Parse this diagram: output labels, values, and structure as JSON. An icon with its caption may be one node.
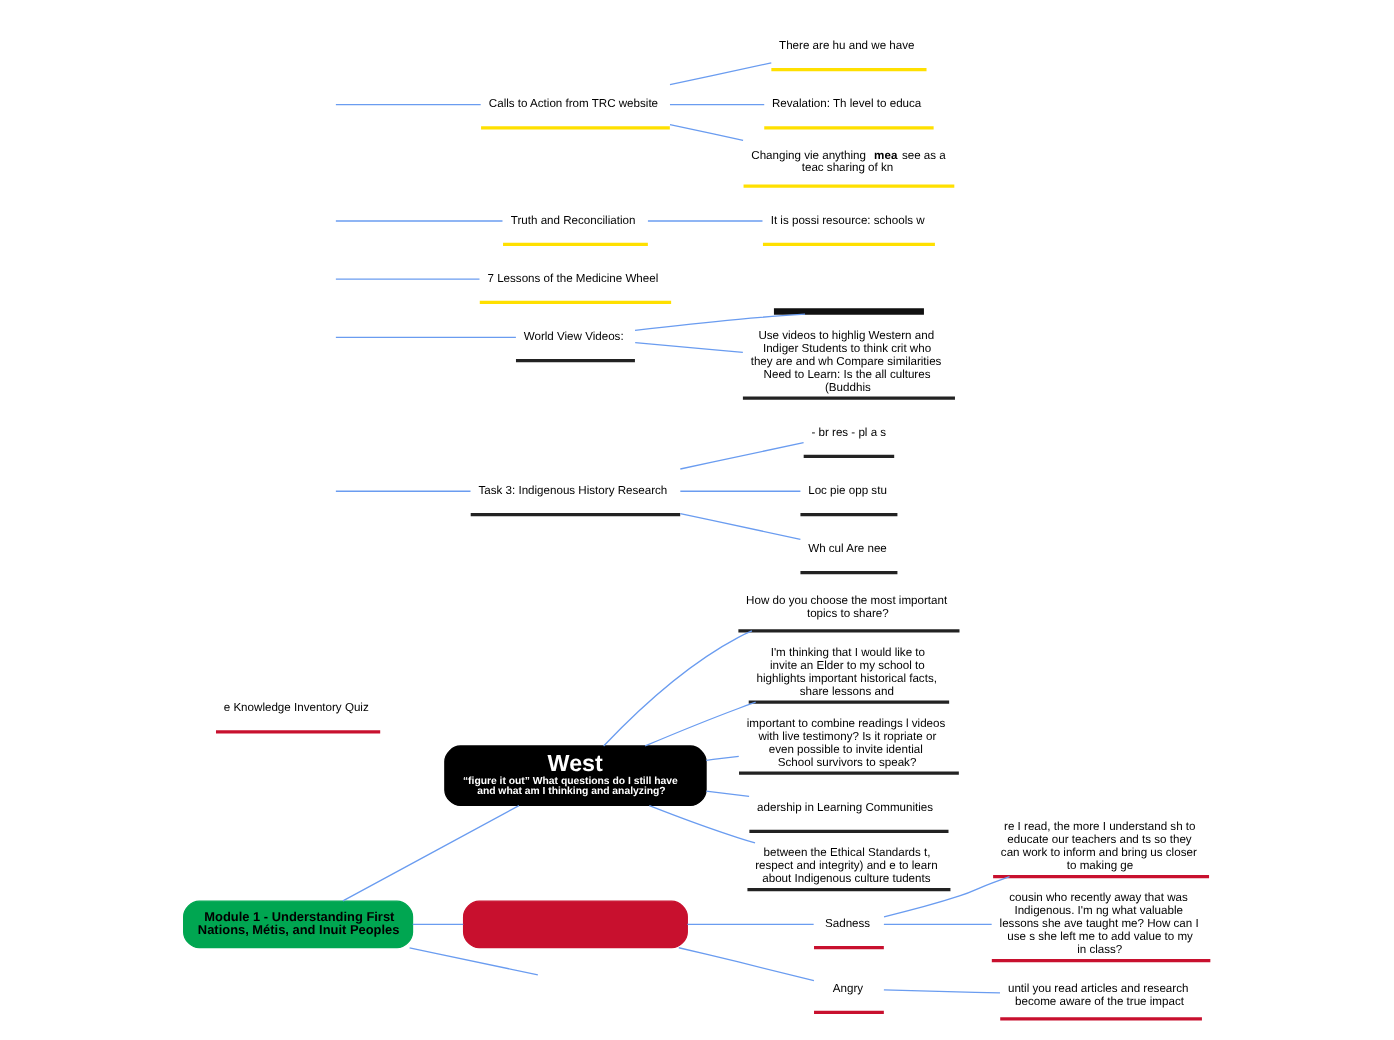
{
  "diagram": {
    "nodes": [
      {
        "text": [
          "Module 1 - Understanding First Nations, Métis, and Inuit Peoples"
        ]
      },
      {
        "text": [
          "West",
          "“figure it out” What questions do I still have and what am I thinking and analyzing?"
        ]
      },
      {
        "text": [
          "How do you choose the most important topics to share?"
        ]
      },
      {
        "text": [
          "I'm thinking that I would like to invite an Elder to my school to highlights important historical facts, share lessons and"
        ]
      },
      {
        "text": [
          "important to combine readings l videos with live testimony? Is it ropriate or even possible to invite idential School survivors to speak?"
        ]
      },
      {
        "text": [
          "adership in Learning Communities"
        ]
      },
      {
        "text": [
          "between the Ethical Standards t, respect and integrity) and e to learn about Indigenous culture tudents"
        ]
      },
      {
        "text": [],
        "shape": "box"
      },
      {
        "text": [
          "Sadness"
        ]
      },
      {
        "text": [
          "re I read, the more I understand sh to educate our teachers and ts so they can work to inform and bring us closer to making ge"
        ]
      },
      {
        "text": [
          "cousin who recently away that was Indigenous. I'm ng what valuable lessons she ave taught me? How can I use s she left me to add value to my in class?"
        ]
      },
      {
        "text": [
          "Angry"
        ]
      },
      {
        "text": [
          "until you read articles and research become aware of the true impact"
        ]
      },
      {
        "text": [
          "e Knowledge Inventory Quiz"
        ]
      },
      {
        "text": [
          "- br res - pl a s"
        ]
      },
      {
        "text": [
          "Task 3: Indigenous History Research"
        ]
      },
      {
        "text": [
          "Loc pie opp stu"
        ]
      },
      {
        "text": [
          "Wh cul Are nee"
        ]
      },
      {
        "text": [
          "World View Videos:"
        ]
      },
      {
        "text": [],
        "shape": "bar"
      },
      {
        "text": [
          "Use videos to highlig Western and Indiger Students to think crit who they are and wh Compare similarities Need to Learn: Is the all cultures (Buddhis"
        ]
      },
      {
        "text": [
          "7 Lessons of the Medicine Wheel"
        ]
      },
      {
        "text": [
          "Truth and Reconciliation"
        ]
      },
      {
        "text": [
          "It is possi resource: schools w"
        ]
      },
      {
        "text": [
          "Calls to Action from TRC website"
        ]
      },
      {
        "text": [
          "There are hu and we have"
        ]
      },
      {
        "text": [
          "Revalation: Th level to educa"
        ]
      },
      {
        "text": [
          "Changing vie anything **mea** see as a teac sharing of kn"
        ]
      }
    ],
    "edges": [
      {
        "from": 0,
        "to": 1,
        "arrow": "none"
      },
      {
        "from": 1,
        "to": 2,
        "arrow": "none"
      },
      {
        "from": 1,
        "to": 3,
        "arrow": "none"
      },
      {
        "from": 1,
        "to": 4,
        "arrow": "none"
      },
      {
        "from": 1,
        "to": 5,
        "arrow": "none"
      },
      {
        "from": 1,
        "to": 6,
        "arrow": "none"
      },
      {
        "from": 0,
        "to": 7,
        "arrow": "none"
      },
      {
        "from": 7,
        "to": 8,
        "arrow": "none"
      },
      {
        "from": 8,
        "to": 9,
        "arrow": "none"
      },
      {
        "from": 8,
        "to": 10,
        "arrow": "none"
      },
      {
        "from": 7,
        "to": 11,
        "arrow": "none"
      },
      {
        "from": 11,
        "to": 12,
        "arrow": "none"
      },
      {
        "from": 0,
        "to": null,
        "arrow": "none"
      },
      {
        "from": null,
        "to": 15,
        "arrow": "none"
      },
      {
        "from": 15,
        "to": 14,
        "arrow": "none"
      },
      {
        "from": 15,
        "to": 16,
        "arrow": "none"
      },
      {
        "from": 15,
        "to": 17,
        "arrow": "none"
      },
      {
        "from": null,
        "to": 18,
        "arrow": "none"
      },
      {
        "from": 18,
        "to": 19,
        "arrow": "none"
      },
      {
        "from": 18,
        "to": 20,
        "arrow": "none"
      },
      {
        "from": null,
        "to": 21,
        "arrow": "none"
      },
      {
        "from": null,
        "to": 22,
        "arrow": "none"
      },
      {
        "from": 22,
        "to": 23,
        "arrow": "none"
      },
      {
        "from": null,
        "to": 24,
        "arrow": "none"
      },
      {
        "from": 24,
        "to": 25,
        "arrow": "none"
      },
      {
        "from": 24,
        "to": 26,
        "arrow": "none"
      },
      {
        "from": 24,
        "to": 27,
        "arrow": "none"
      }
    ]
  }
}
